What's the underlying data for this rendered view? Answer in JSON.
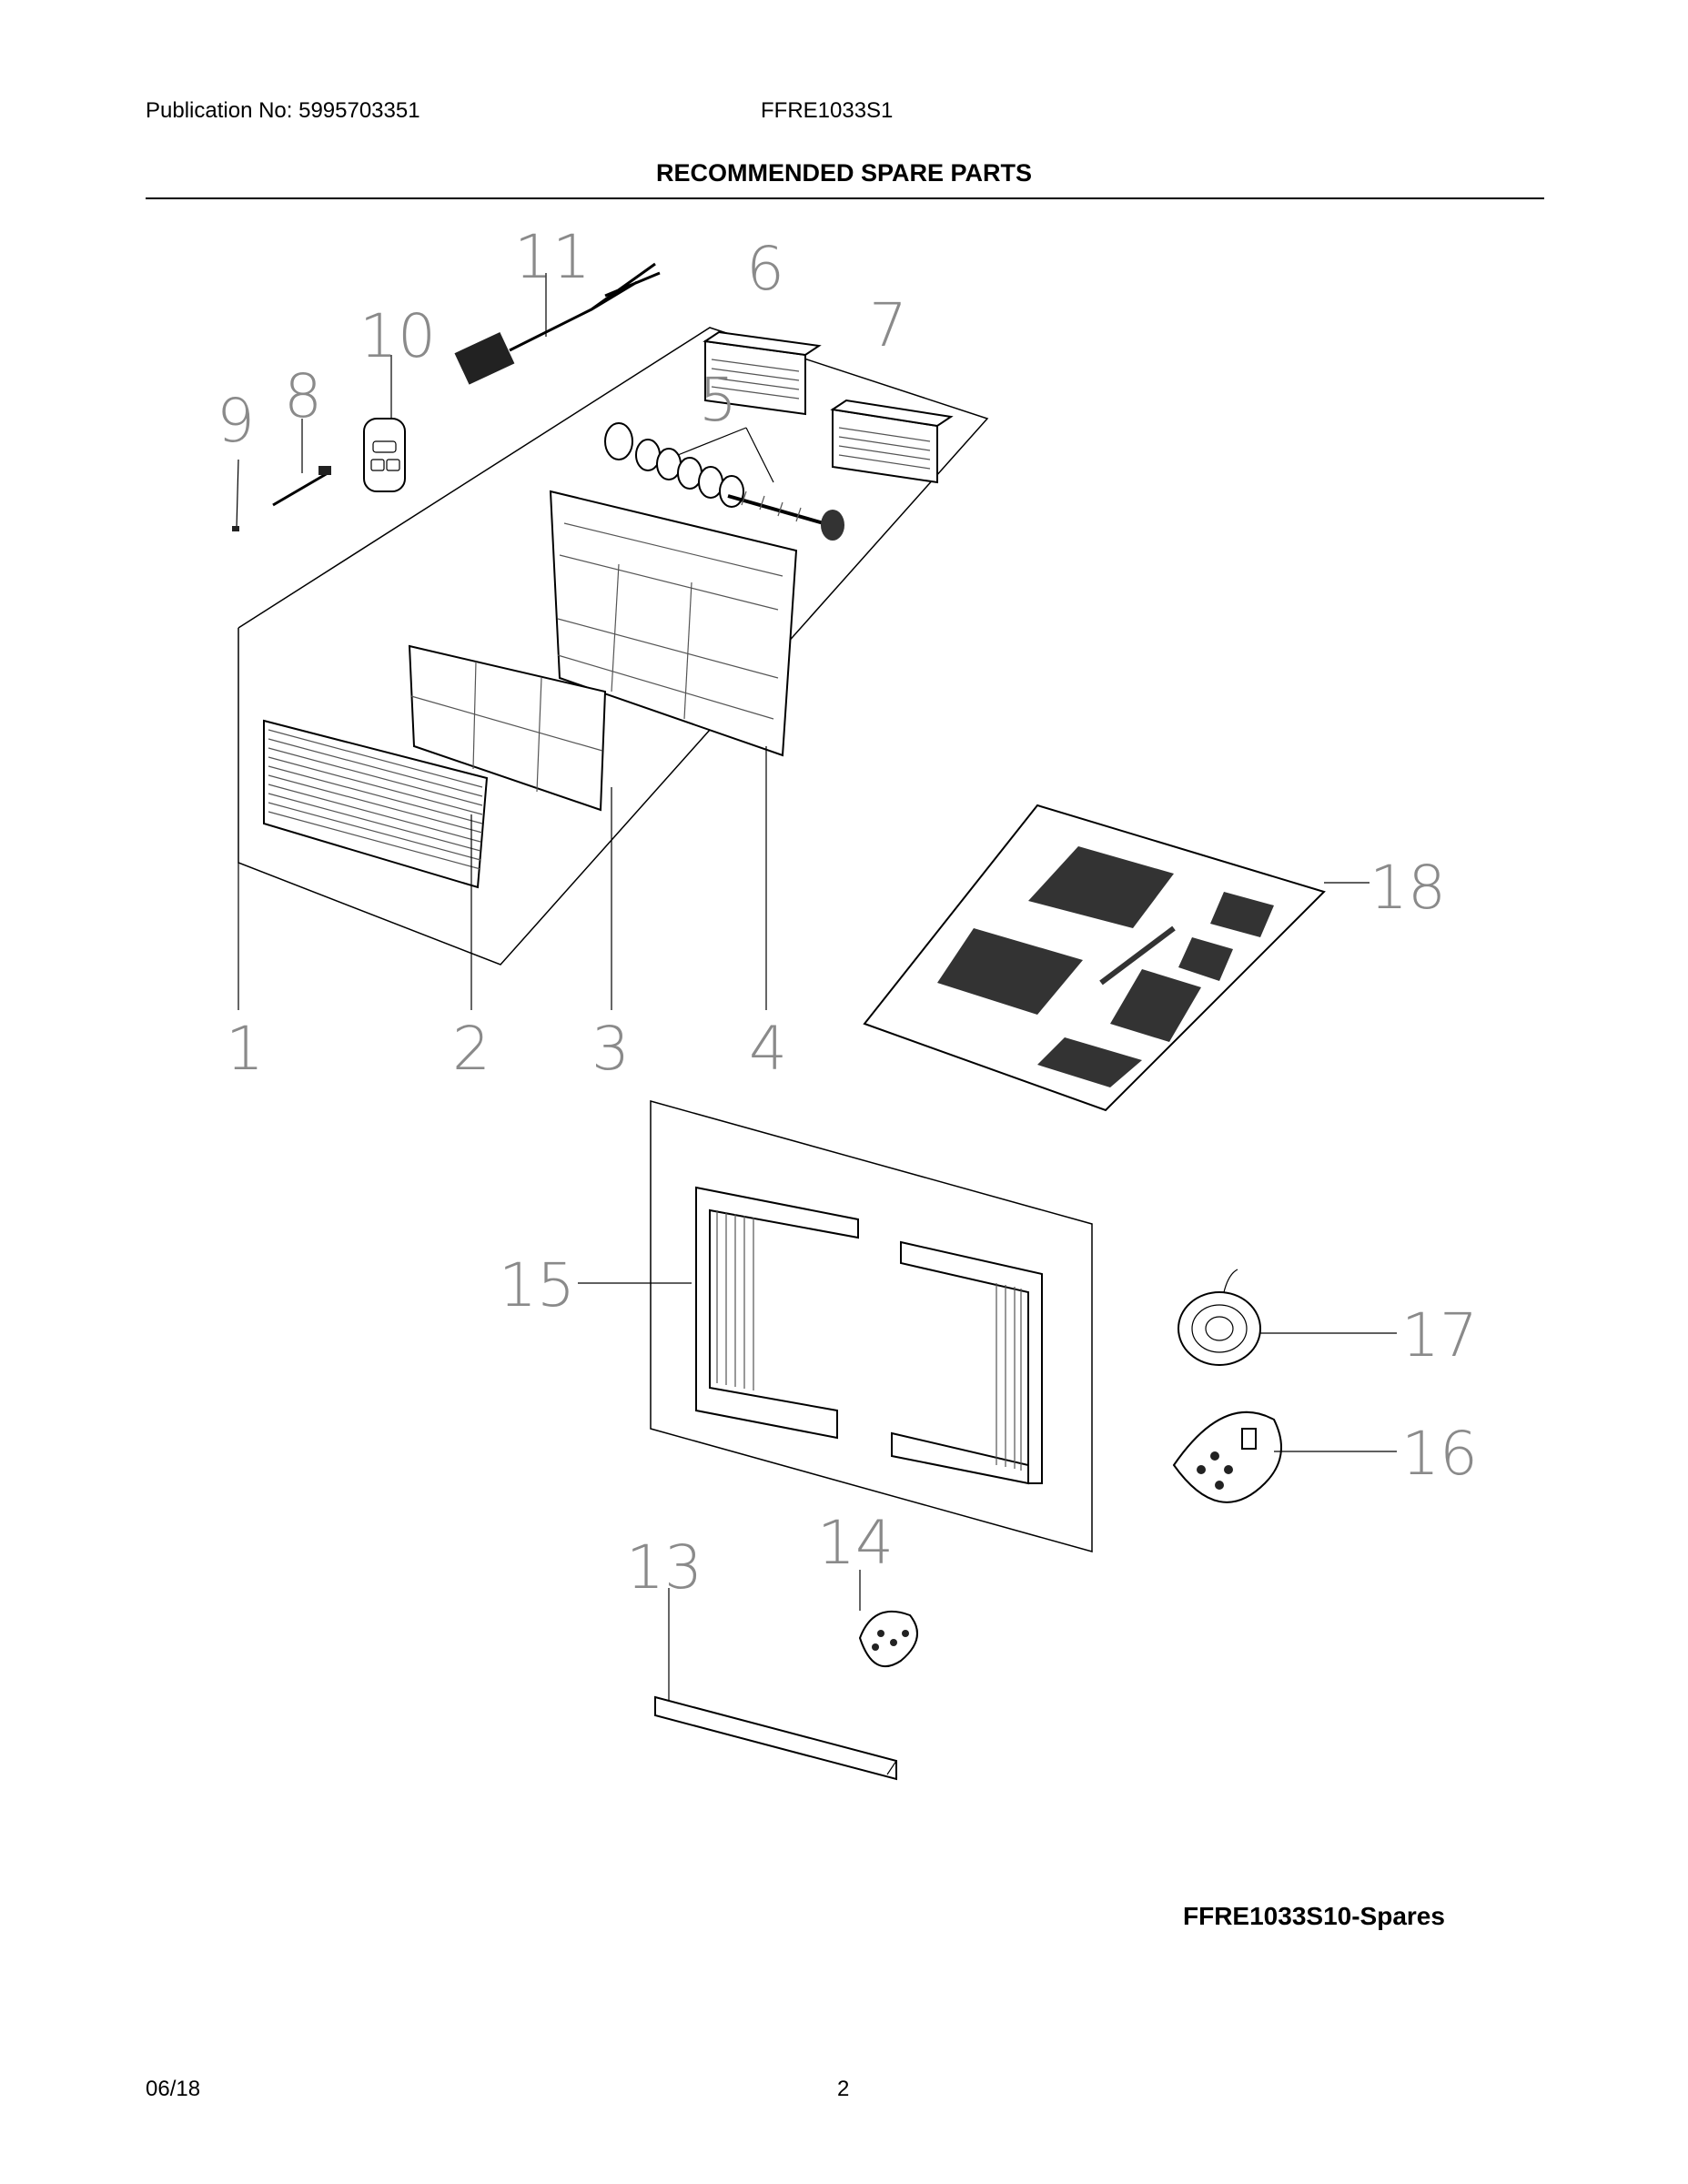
{
  "header": {
    "publication": "Publication No: 5995703351",
    "model": "FFRE1033S1"
  },
  "title": "RECOMMENDED SPARE PARTS",
  "callouts": {
    "c1": "1",
    "c2": "2",
    "c3": "3",
    "c4": "4",
    "c5": "5",
    "c6": "6",
    "c7": "7",
    "c8": "8",
    "c9": "9",
    "c10": "10",
    "c11": "11",
    "c13": "13",
    "c14": "14",
    "c15": "15",
    "c16": "16",
    "c17": "17",
    "c18": "18"
  },
  "caption": "FFRE1033S10-Spares",
  "footer": {
    "date": "06/18",
    "page": "2"
  }
}
